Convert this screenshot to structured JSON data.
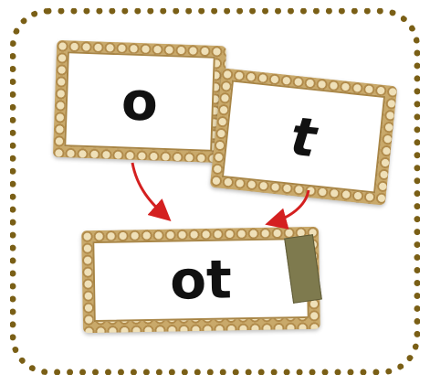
{
  "cards": {
    "first_letter": "o",
    "second_letter": "t",
    "result_word": "ot"
  },
  "colors": {
    "border": "#7a5f16",
    "arrow": "#d42020",
    "frame": "#c9a96a",
    "ribbon": "#7e7a4e",
    "text": "#111111"
  },
  "icons": [
    "red-arrow-icon",
    "red-arrow-icon"
  ]
}
